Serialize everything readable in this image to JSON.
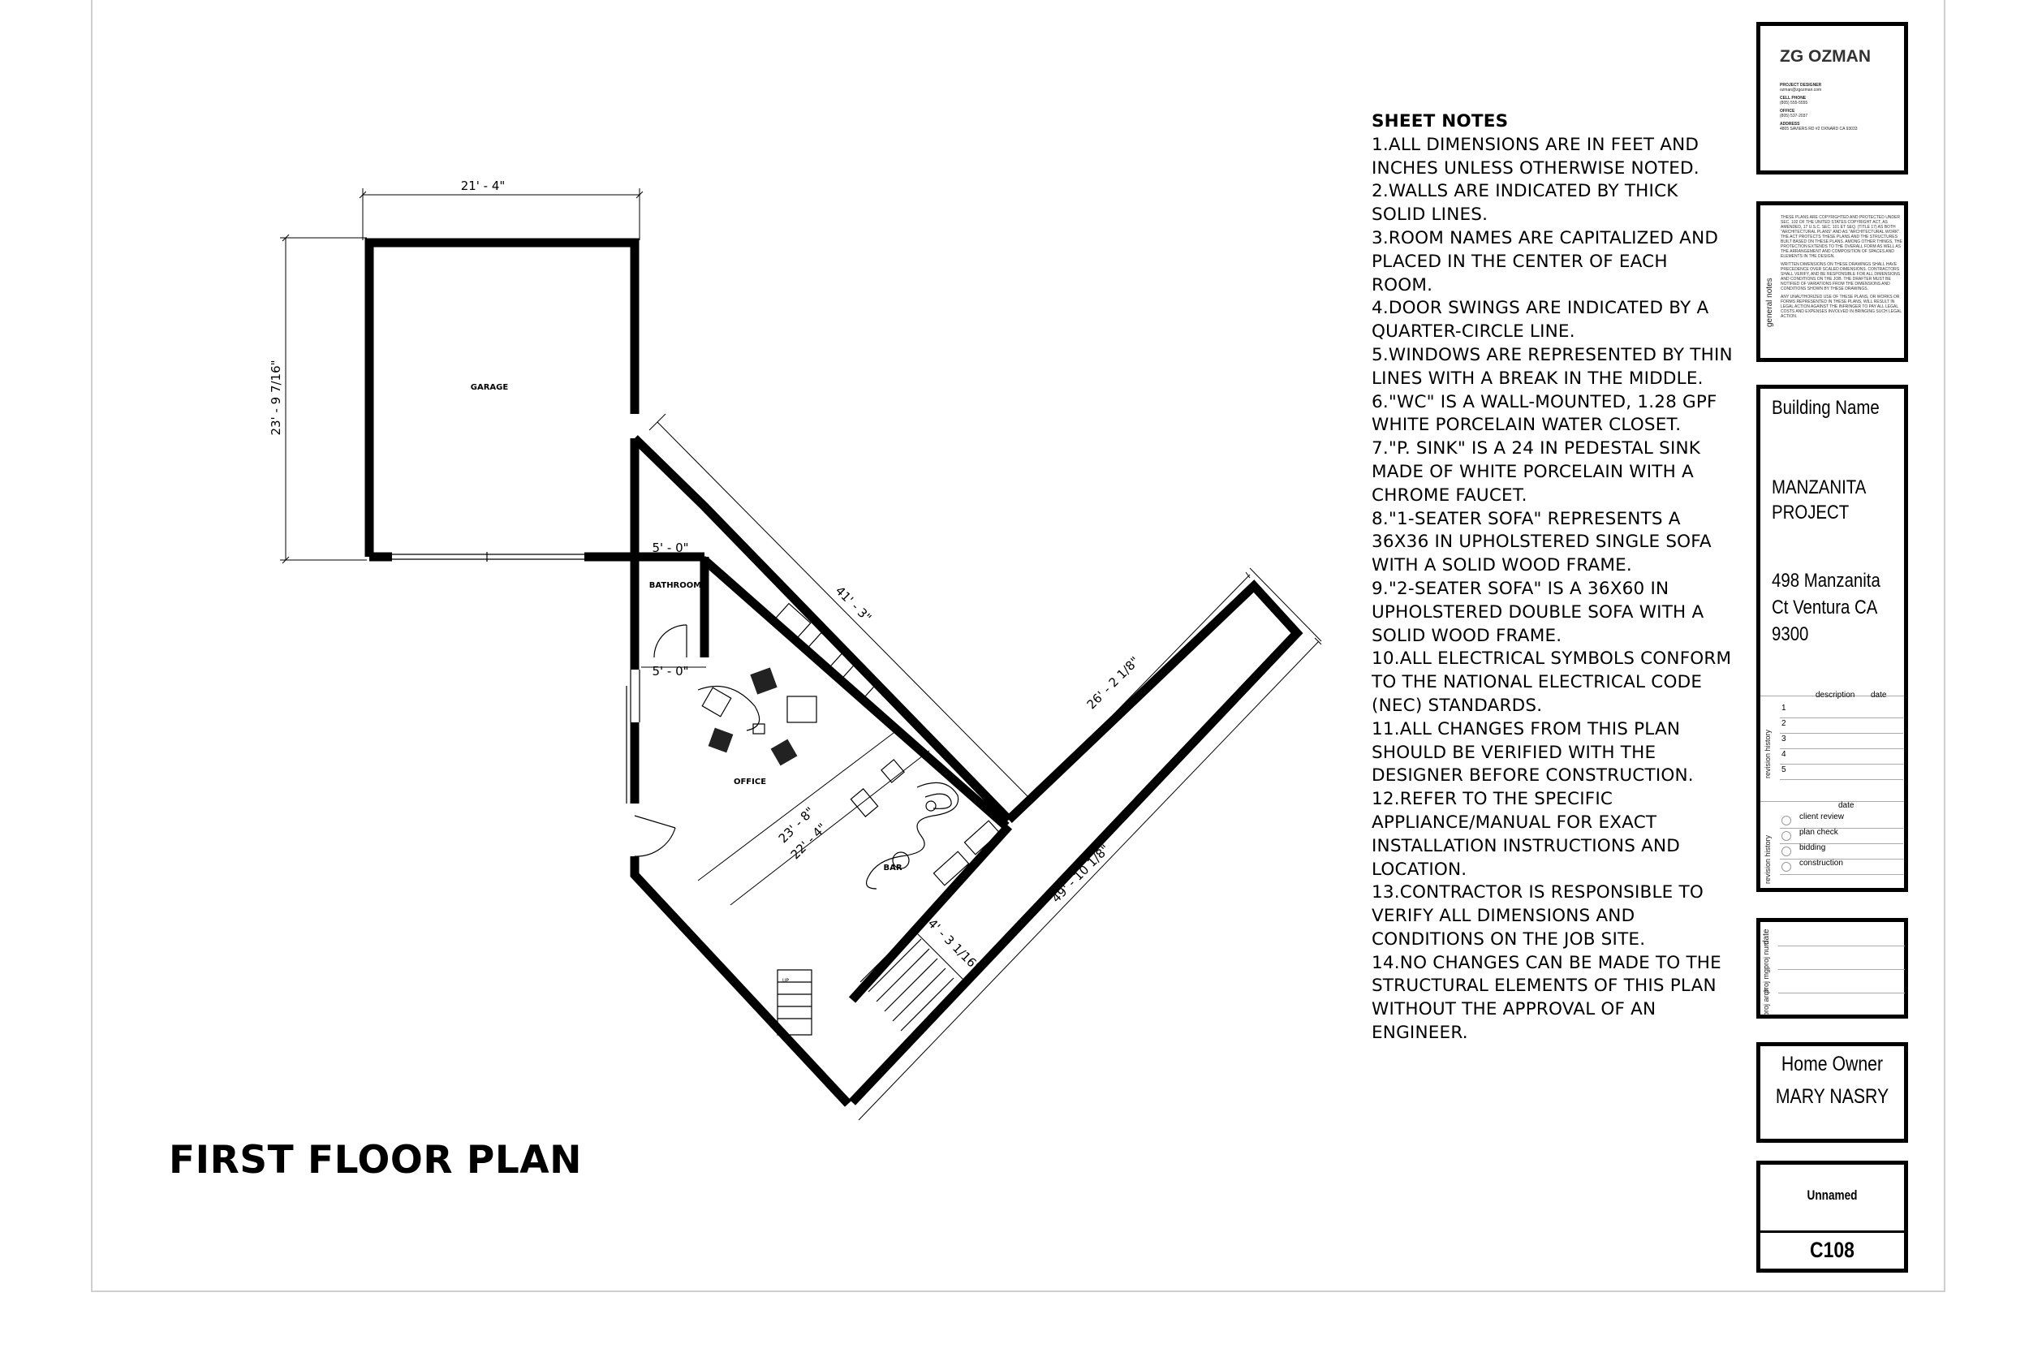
{
  "plan": {
    "title": "FIRST FLOOR PLAN",
    "rooms": {
      "garage": "GARAGE",
      "bathroom": "BATHROOM",
      "office": "OFFICE",
      "bar": "BAR"
    },
    "dimensions": {
      "garage_width": "21' - 4\"",
      "garage_height": "23' - 9 7/16\"",
      "bath_top": "5' - 0\"",
      "bath_bottom": "5' - 0\"",
      "diag_long": "41' - 3\"",
      "wing_inner": "26' - 2 1/8\"",
      "wing_outer": "49' - 10 1/8\"",
      "office_a": "23' - 8\"",
      "office_b": "22' - 4\"",
      "stair_w": "4' - 3 1/16\""
    },
    "stair_label": "UP"
  },
  "notes": {
    "heading": "SHEET NOTES",
    "lines": [
      "1.ALL DIMENSIONS ARE IN FEET AND",
      "INCHES UNLESS OTHERWISE NOTED.",
      "2.WALLS ARE INDICATED BY THICK",
      "SOLID LINES.",
      "3.ROOM NAMES ARE CAPITALIZED AND",
      "PLACED IN THE CENTER OF EACH",
      "ROOM.",
      "4.DOOR SWINGS ARE INDICATED BY A",
      "QUARTER-CIRCLE LINE.",
      "5.WINDOWS ARE REPRESENTED BY THIN",
      "LINES WITH A BREAK IN THE MIDDLE.",
      "6.\"WC\" IS A WALL-MOUNTED, 1.28 GPF",
      "WHITE PORCELAIN WATER CLOSET.",
      "7.\"P. SINK\" IS A 24 IN PEDESTAL SINK",
      "MADE OF WHITE PORCELAIN WITH A",
      "CHROME FAUCET.",
      "8.\"1-SEATER SOFA\" REPRESENTS A",
      "36X36 IN UPHOLSTERED SINGLE SOFA",
      "WITH A SOLID WOOD FRAME.",
      "9.\"2-SEATER SOFA\" IS A 36X60 IN",
      "UPHOLSTERED DOUBLE SOFA WITH A",
      "SOLID WOOD FRAME.",
      "10.ALL ELECTRICAL SYMBOLS CONFORM",
      "TO THE NATIONAL ELECTRICAL CODE",
      "(NEC) STANDARDS.",
      "11.ALL CHANGES FROM THIS PLAN",
      "SHOULD BE VERIFIED WITH THE",
      "DESIGNER BEFORE CONSTRUCTION.",
      "12.REFER TO THE SPECIFIC",
      "APPLIANCE/MANUAL FOR EXACT",
      "INSTALLATION INSTRUCTIONS AND",
      "LOCATION.",
      "13.CONTRACTOR IS RESPONSIBLE TO",
      "VERIFY ALL DIMENSIONS AND",
      "CONDITIONS ON THE JOB SITE.",
      "14.NO CHANGES CAN BE MADE TO THE",
      "STRUCTURAL ELEMENTS OF THIS PLAN",
      "WITHOUT THE APPROVAL OF AN",
      "ENGINEER."
    ]
  },
  "title_block": {
    "designer": {
      "name": "ZG OZMAN",
      "role": "PROJECT DESIGNER",
      "email": "ozman@zgozman.com",
      "cell_label": "CELL PHONE",
      "cell": "(805) 555-5555",
      "office_label": "OFFICE",
      "office": "(805) 537-2037",
      "address_label": "ADDRESS",
      "address": "4805 SAVIERS RD #2 OXNARD CA 93033"
    },
    "general_notes": {
      "label": "general notes",
      "p1": "THESE PLANS ARE COPYRIGHTED AND PROTECTED UNDER SEC. 102 OF THE UNITED STATES COPYRIGHT ACT, AS AMENDED, 17 U.S.C. SEC. 101 ET SEQ. (TITLE 17) AS BOTH \"ARCHITECTURAL PLANS\" AND AS \"ARCHITECTURAL WORK\". THE ACT PROTECTS THESE PLANS AND THE STRUCTURES BUILT BASED ON THESE PLANS. AMONG OTHER THINGS, THE PROTECTION EXTENDS TO THE OVERALL FORM AS WELL AS THE ARRANGEMENT AND COMPOSITION OF SPACES AND ELEMENTS IN THE DESIGN.",
      "p2": "WRITTEN DIMENSIONS ON THESE DRAWINGS SHALL HAVE PRECEDENCE OVER SCALED DIMENSIONS. CONTRACTORS SHALL VERIFY, AND BE RESPONSIBLE FOR ALL DIMENSIONS AND CONDITIONS ON THE JOB. THE DRAFTER MUST BE NOTIFIED OF VARIATIONS FROM THE DIMENSIONS AND CONDITIONS SHOWN BY THESE DRAWINGS.",
      "p3": "ANY UNAUTHORIZED USE OF THESE PLANS, OR WORKS OR FORMS REPRESENTED IN THESE PLANS, WILL RESULT IN LEGAL ACTION AGAINST THE INFRINGER TO PAY ALL LEGAL COSTS AND EXPENSES INVOLVED IN BRINGING SUCH LEGAL ACTION."
    },
    "building": {
      "label": "Building Name",
      "project_line1": "MANZANITA",
      "project_line2": "PROJECT",
      "address_line1": "498 Manzanita",
      "address_line2": "Ct Ventura CA",
      "address_line3": "9300"
    },
    "revisions": {
      "label": "revision history",
      "col_description": "description",
      "col_date": "date",
      "rows": [
        "1",
        "2",
        "3",
        "4",
        "5"
      ]
    },
    "status": {
      "label": "revision history",
      "col_date": "date",
      "rows": [
        "client review",
        "plan check",
        "bidding",
        "construction"
      ]
    },
    "fields": {
      "date": "date",
      "proj_num": "proj num",
      "proj_mgr": "proj mgr",
      "proj_arch": "proj arch"
    },
    "owner": {
      "label": "Home Owner",
      "name": "MARY NASRY"
    },
    "sheet": {
      "name": "Unnamed",
      "number": "C108"
    }
  }
}
